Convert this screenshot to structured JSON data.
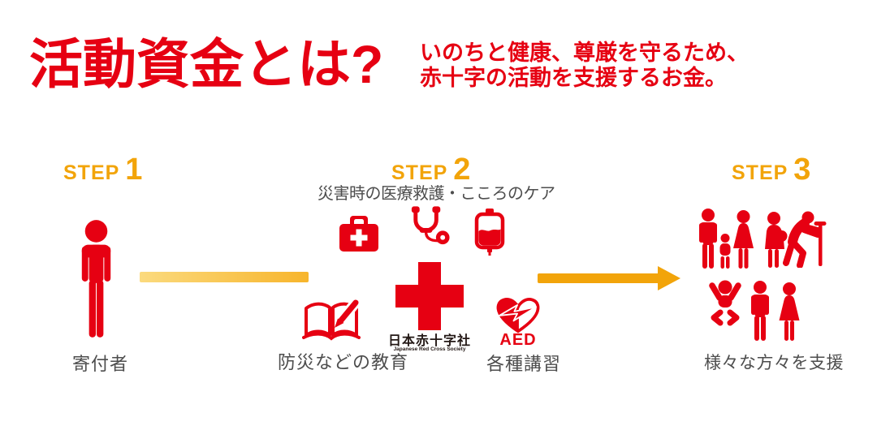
{
  "colors": {
    "red": "#E60012",
    "gold": "#F2A40A",
    "caption_gray": "#4D4D4D",
    "logo_black": "#231815",
    "arrow_gradient_start": "#FBDA7E",
    "arrow_gradient_end": "#F7B52C",
    "background": "#FFFFFF"
  },
  "header": {
    "title": "活動資金とは?",
    "subtitle": [
      "いのちと健康、尊厳を守るため、",
      "赤十字の活動を支援するお金。"
    ]
  },
  "steps": {
    "step1": {
      "label": "STEP",
      "number": "1",
      "caption": "寄付者"
    },
    "step2": {
      "label": "STEP",
      "number": "2",
      "top_caption": "災害時の医療救護・こころのケア",
      "education_caption": "防災などの教育",
      "courses_caption": "各種講習",
      "aed_label": "AED",
      "logo_jp": "日本赤十字社",
      "logo_en": "Japanese Red Cross Society"
    },
    "step3": {
      "label": "STEP",
      "number": "3",
      "caption": "様々な方々を支援"
    }
  },
  "icons": [
    "donor-person-icon",
    "flow-bar-icon",
    "first-aid-kit-icon",
    "stethoscope-icon",
    "blood-bag-icon",
    "red-cross-icon",
    "open-book-pencil-icon",
    "aed-heart-icon",
    "arrow-right-icon",
    "family-man-icon",
    "family-child-icon",
    "family-woman-icon",
    "pregnant-woman-icon",
    "elderly-person-cane-icon",
    "baby-icon",
    "man-icon",
    "woman-icon"
  ]
}
